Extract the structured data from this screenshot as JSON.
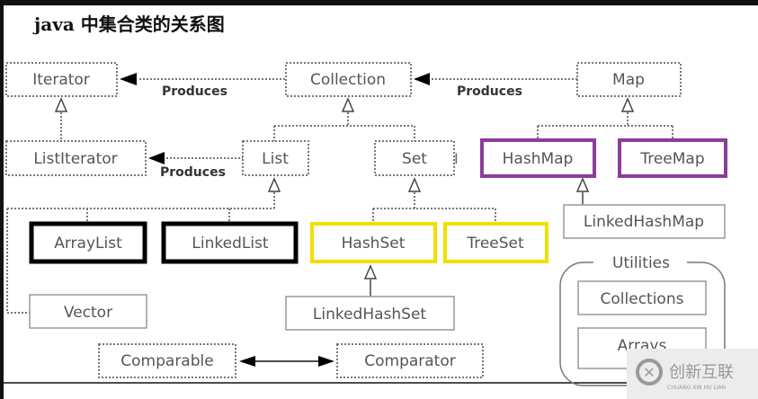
{
  "title": "java 中集合类的关系图",
  "nodes": {
    "iterator": "Iterator",
    "collection": "Collection",
    "map": "Map",
    "list_iterator": "ListIterator",
    "list": "List",
    "set": "Set",
    "hashmap": "HashMap",
    "treemap": "TreeMap",
    "linkedhashmap": "LinkedHashMap",
    "arraylist": "ArrayList",
    "linkedlist": "LinkedList",
    "hashset": "HashSet",
    "treeset": "TreeSet",
    "vector": "Vector",
    "linkedhashset": "LinkedHashSet",
    "comparable": "Comparable",
    "comparator": "Comparator",
    "utilities": "Utilities",
    "collections": "Collections",
    "arrays": "Arrays"
  },
  "edges": {
    "produces1": "Produces",
    "produces2": "Produces",
    "produces3": "Produces"
  },
  "colors": {
    "purple": "#8b3d9a",
    "yellow": "#f0e000",
    "black": "#000000"
  },
  "watermark": {
    "text": "创新互联",
    "sub": "CHUANG XIN HU LIAN"
  }
}
